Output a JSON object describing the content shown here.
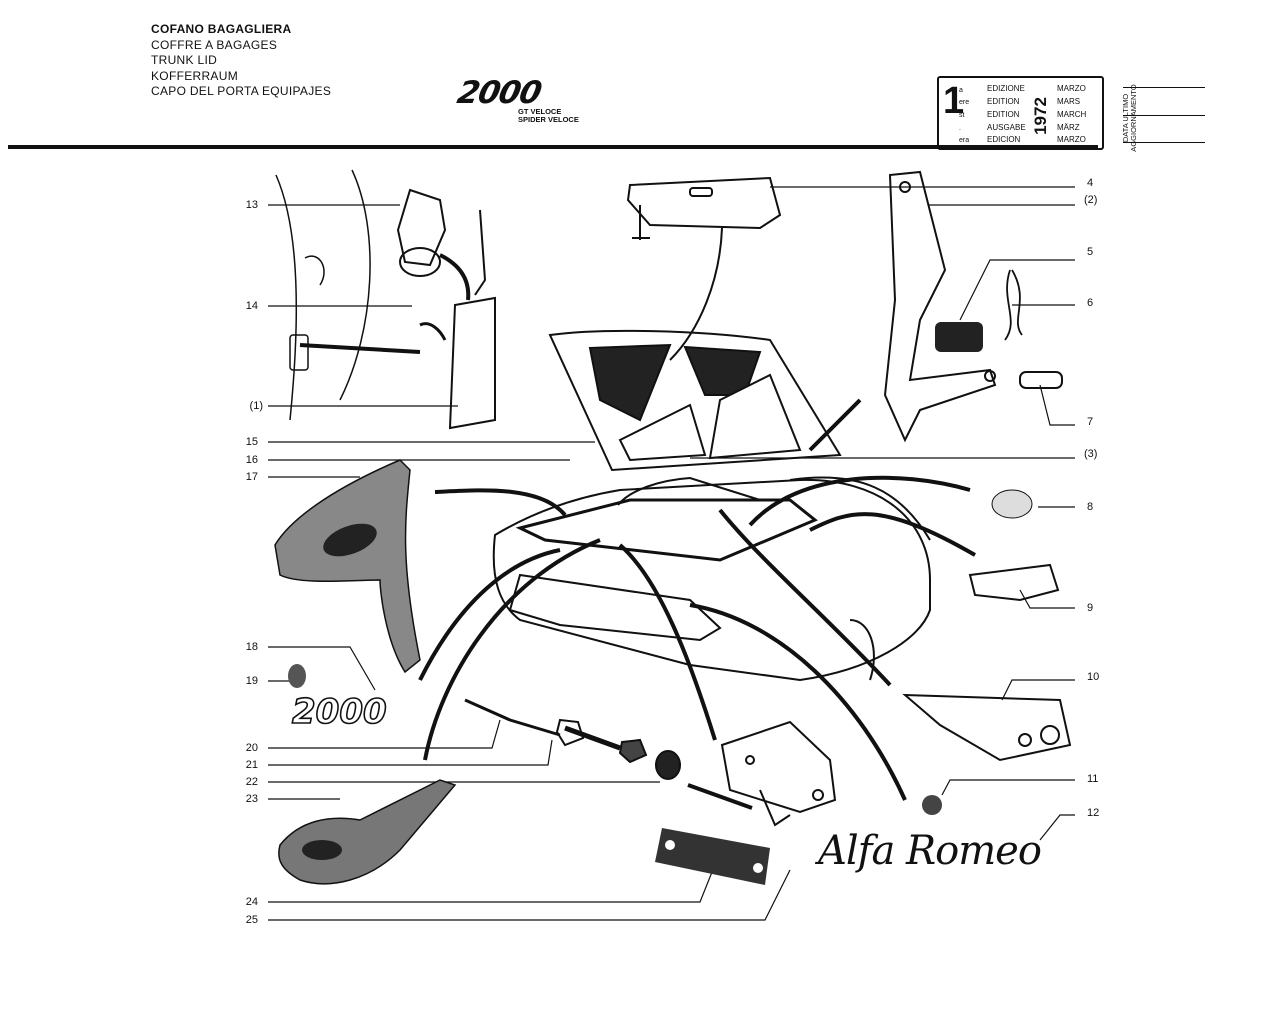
{
  "header": {
    "titles": [
      "COFANO BAGAGLIERA",
      "COFFRE A BAGAGES",
      "TRUNK LID",
      "KOFFERRAUM",
      "CAPO DEL PORTA EQUIPAJES"
    ],
    "model": "2000",
    "variants": [
      "GT VELOCE",
      "SPIDER VELOCE"
    ]
  },
  "edition_box": {
    "number": "1",
    "suffixes": [
      "a",
      "ere",
      "st",
      ".",
      "era"
    ],
    "labels": [
      "EDIZIONE",
      "EDITION",
      "EDITION",
      "AUSGABE",
      "EDICION"
    ],
    "year": "1972",
    "months": [
      "MARZO",
      "MARS",
      "MARCH",
      "MÄRZ",
      "MARZO"
    ]
  },
  "update_label": [
    "DATA ULTIMO",
    "AGGIORNAMENTO"
  ],
  "callouts_left": [
    "13",
    "14",
    "(1)",
    "15",
    "16",
    "17",
    "18",
    "19",
    "20",
    "21",
    "22",
    "23",
    "24",
    "25"
  ],
  "callouts_right": [
    "4",
    "(2)",
    "5",
    "6",
    "7",
    "(3)",
    "8",
    "9",
    "10",
    "11",
    "12"
  ],
  "part_text": {
    "badge": "2000",
    "logo": "Alfa Romeo"
  }
}
